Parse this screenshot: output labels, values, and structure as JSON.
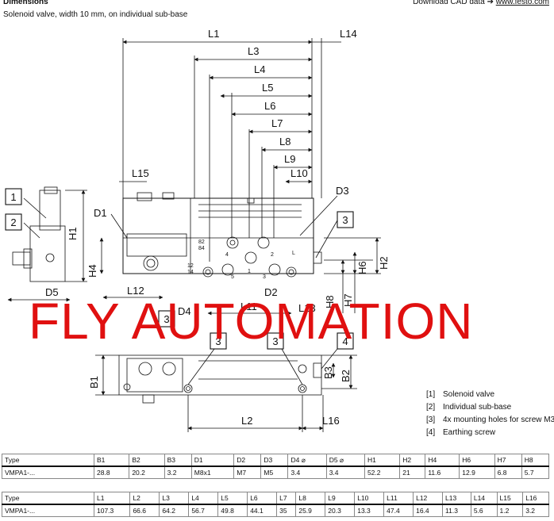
{
  "header": {
    "title": "Dimensions",
    "subtitle": "Solenoid valve, width 10 mm, on individual sub-base",
    "cad_label": "Download CAD data",
    "cad_arrow": "➔",
    "cad_link": "www.festo.com"
  },
  "drawing": {
    "dim_labels": [
      "L1",
      "L14",
      "L3",
      "L4",
      "L5",
      "L6",
      "L7",
      "L8",
      "L9",
      "L10",
      "L15",
      "D1",
      "D3",
      "H1",
      "H2",
      "H4",
      "H6",
      "H7",
      "H8",
      "D5",
      "L12",
      "D4",
      "L11",
      "D2",
      "L13",
      "B1",
      "B2",
      "B3",
      "L2",
      "L16"
    ],
    "callouts": [
      "1",
      "2",
      "3",
      "3",
      "3",
      "3",
      "4"
    ],
    "port_labels": [
      "82",
      "84",
      "12",
      "14",
      "4",
      "2",
      "5",
      "1",
      "3",
      "L"
    ]
  },
  "watermark": "FLY AUTOMATION",
  "legend": [
    {
      "num": "[1]",
      "text": "Solenoid valve"
    },
    {
      "num": "[2]",
      "text": "Individual sub-base"
    },
    {
      "num": "[3]",
      "text": "4x mounting holes for screw M3"
    },
    {
      "num": "[4]",
      "text": "Earthing screw"
    }
  ],
  "table1": {
    "headers": [
      "Type",
      "B1",
      "B2",
      "B3",
      "D1",
      "D2",
      "D3",
      "D4 ⌀",
      "D5 ⌀",
      "H1",
      "H2",
      "H4",
      "H6",
      "H7",
      "H8"
    ],
    "row": [
      "VMPA1-...",
      "28.8",
      "20.2",
      "3.2",
      "M8x1",
      "M7",
      "M5",
      "3.4",
      "3.4",
      "52.2",
      "21",
      "11.6",
      "12.9",
      "6.8",
      "5.7"
    ]
  },
  "table2": {
    "headers": [
      "Type",
      "L1",
      "L2",
      "L3",
      "L4",
      "L5",
      "L6",
      "L7",
      "L8",
      "L9",
      "L10",
      "L11",
      "L12",
      "L13",
      "L14",
      "L15",
      "L16"
    ],
    "row": [
      "VMPA1-...",
      "107.3",
      "66.6",
      "64.2",
      "56.7",
      "49.8",
      "44.1",
      "35",
      "25.9",
      "20.3",
      "13.3",
      "47.4",
      "16.4",
      "11.3",
      "5.6",
      "1.2",
      "3.2"
    ]
  }
}
